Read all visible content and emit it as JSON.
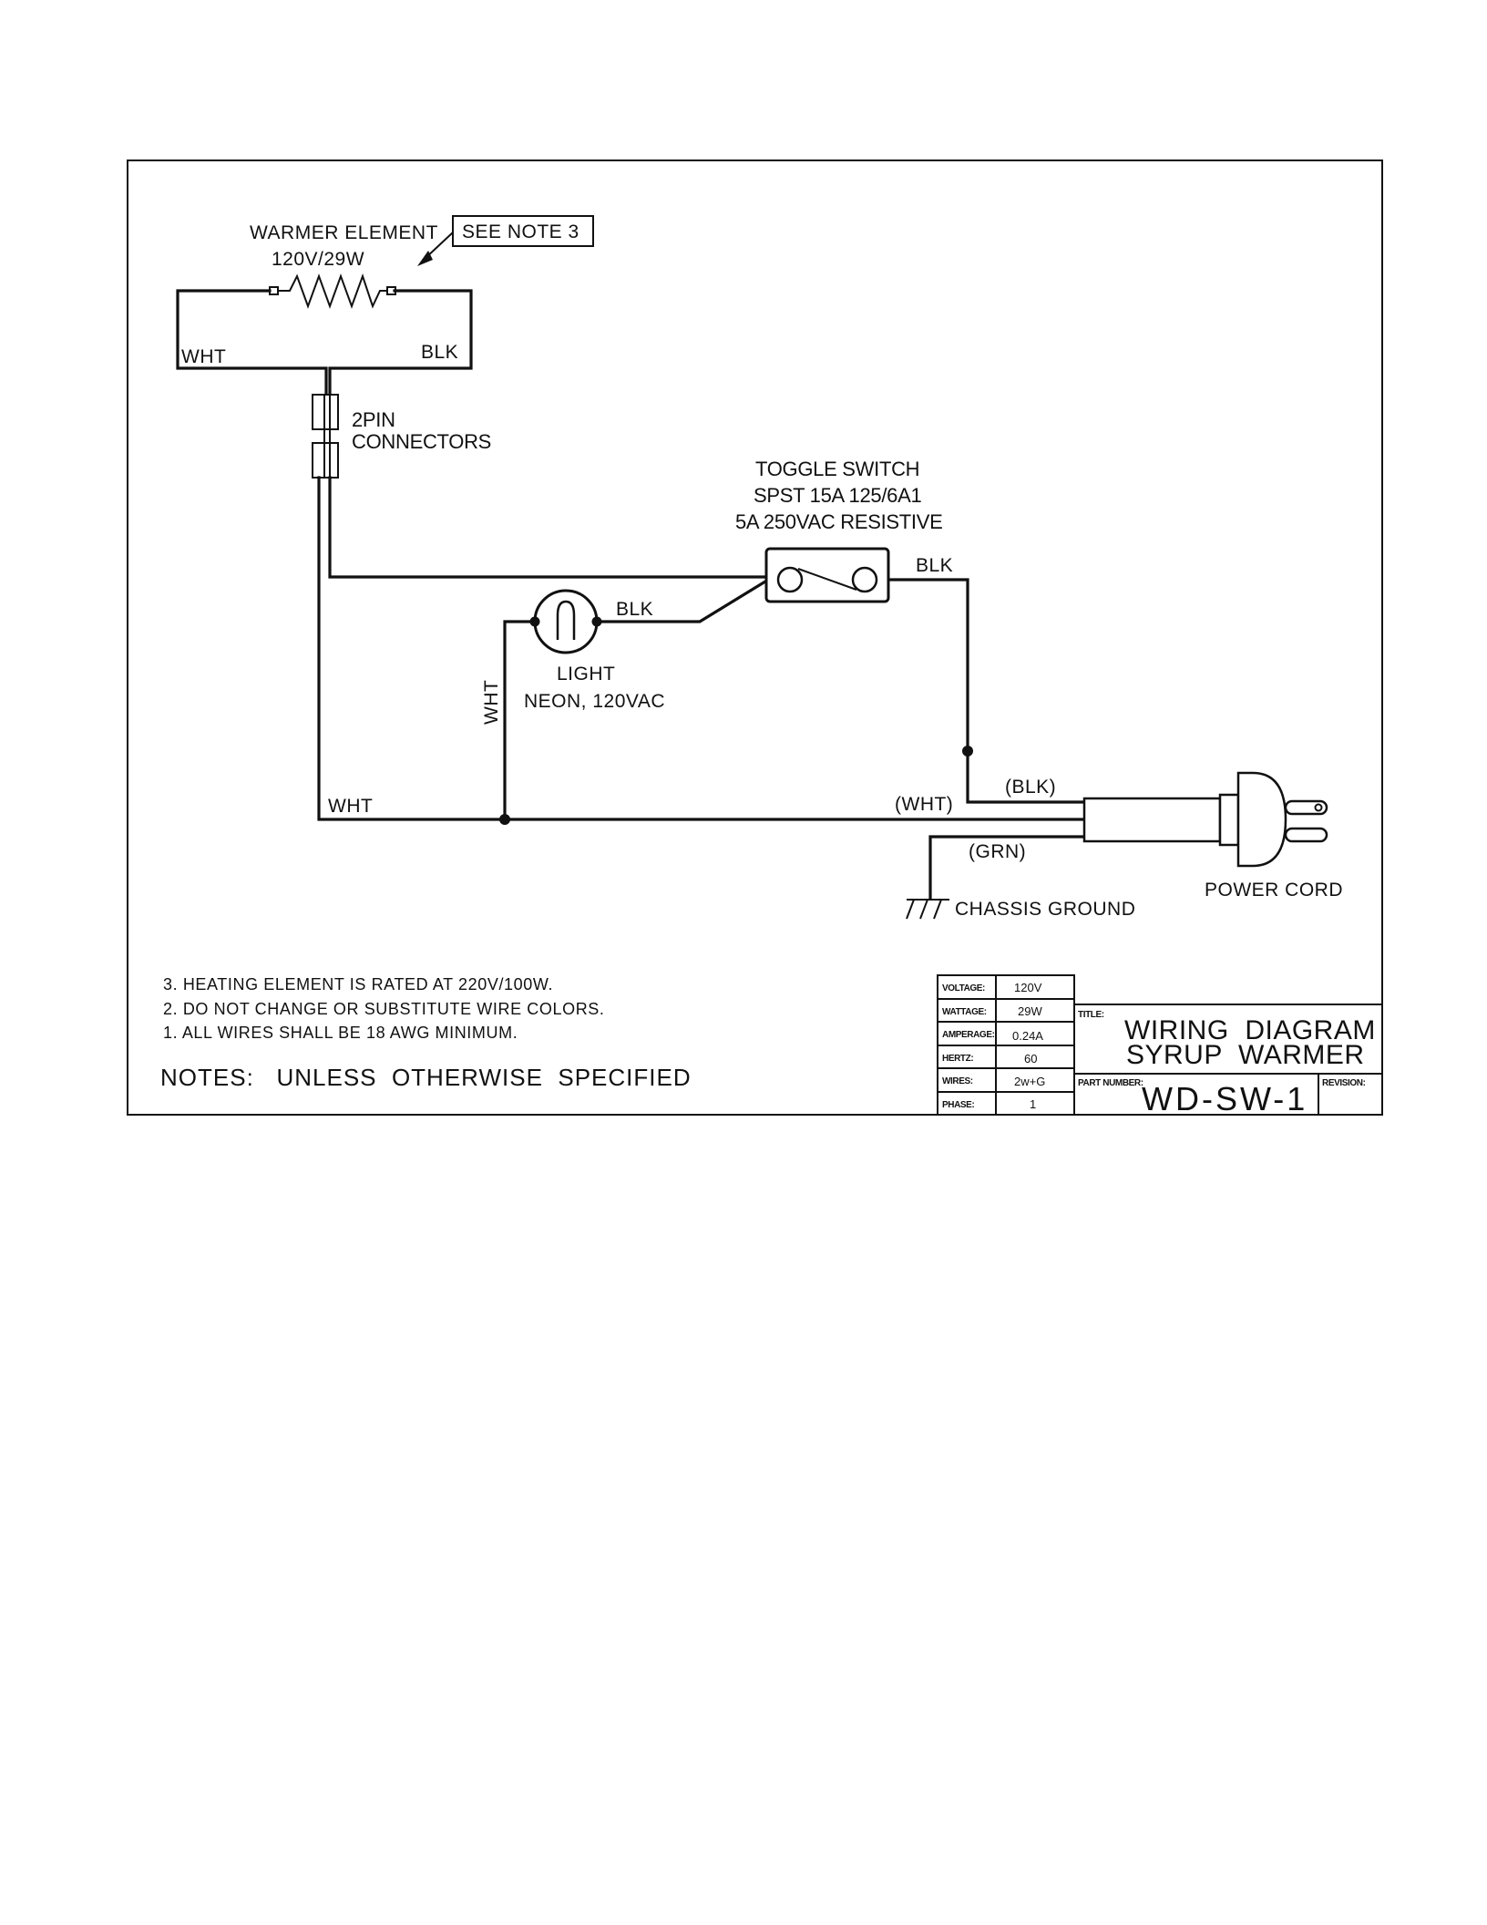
{
  "components": {
    "warmer_element": {
      "name": "WARMER ELEMENT",
      "rating": "120V/29W"
    },
    "see_note": "SEE NOTE 3",
    "connectors": [
      "2PIN",
      "CONNECTORS"
    ],
    "toggle_switch": {
      "name": "TOGGLE SWITCH",
      "spec1": "SPST 15A 125/6A1",
      "spec2": "5A 250VAC RESISTIVE"
    },
    "light": {
      "name": "LIGHT",
      "spec": "NEON, 120VAC"
    },
    "power_cord": "POWER CORD",
    "chassis_ground": "CHASSIS GROUND"
  },
  "wire_labels": {
    "element_left": "WHT",
    "element_right": "BLK",
    "switch_out": "BLK",
    "light_out": "BLK",
    "light_vertical": "WHT",
    "neutral_bus": "WHT",
    "cord_white": "(WHT)",
    "cord_black": "(BLK)",
    "cord_green": "(GRN)"
  },
  "notes": {
    "items": [
      "3. HEATING ELEMENT IS RATED AT 220V/100W.",
      "2. DO NOT CHANGE OR SUBSTITUTE WIRE COLORS.",
      "1. ALL WIRES SHALL BE 18 AWG MINIMUM."
    ],
    "heading": "NOTES:   UNLESS  OTHERWISE  SPECIFIED"
  },
  "specs": [
    {
      "label": "VOLTAGE:",
      "value": "120V"
    },
    {
      "label": "WATTAGE:",
      "value": "29W"
    },
    {
      "label": "AMPERAGE:",
      "value": "0.24A"
    },
    {
      "label": "HERTZ:",
      "value": "60"
    },
    {
      "label": "WIRES:",
      "value": "2w+G"
    },
    {
      "label": "PHASE:",
      "value": "1"
    }
  ],
  "title_block": {
    "title_label": "TITLE:",
    "title_line1": "WIRING  DIAGRAM",
    "title_line2": "SYRUP  WARMER",
    "part_label": "PART NUMBER:",
    "part_number": "WD-SW-1",
    "revision_label": "REVISION:",
    "revision": ""
  }
}
